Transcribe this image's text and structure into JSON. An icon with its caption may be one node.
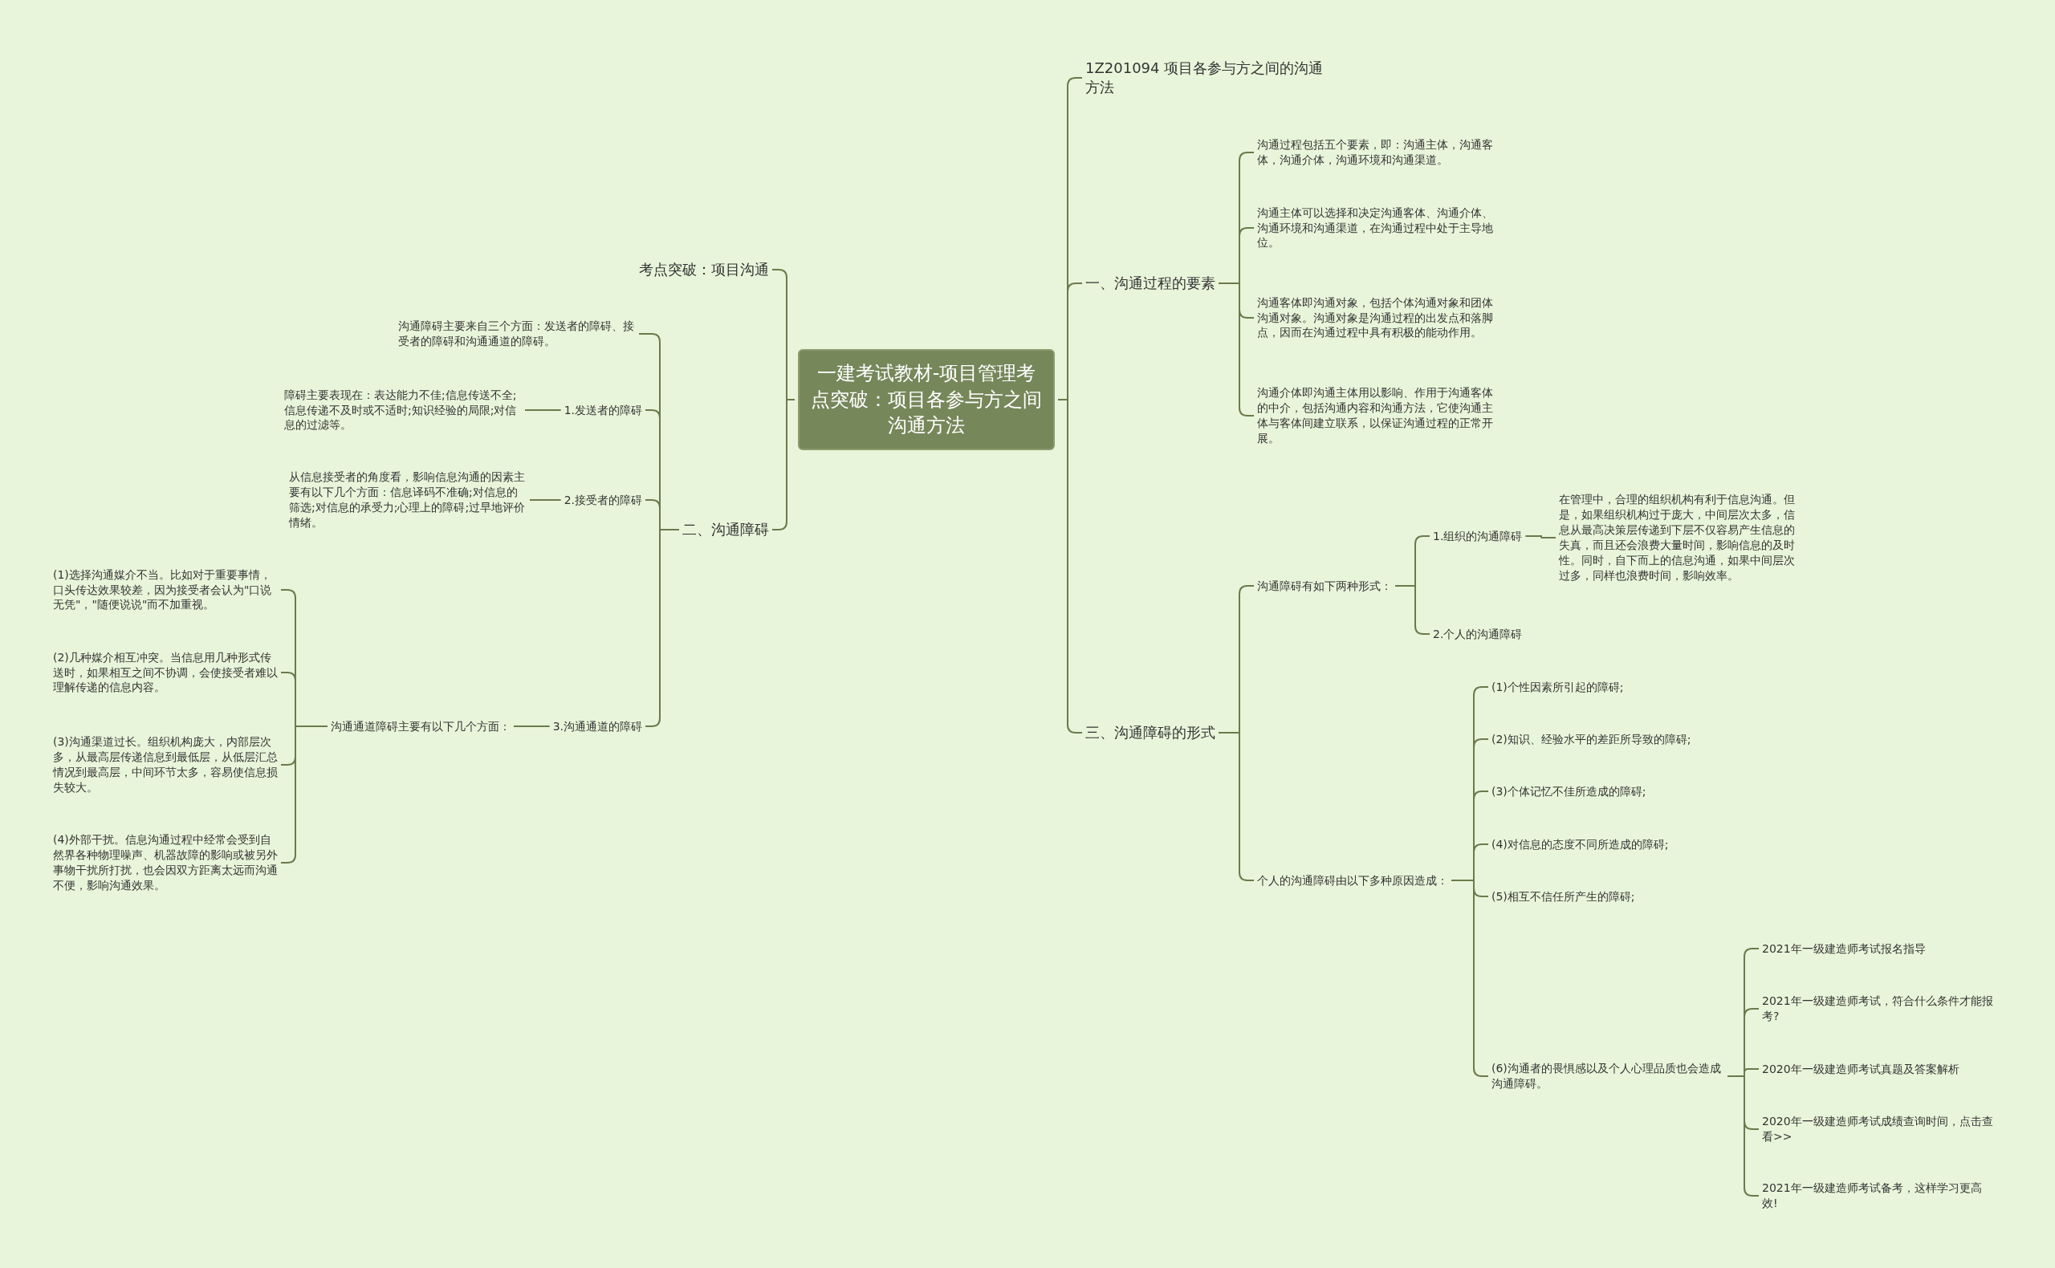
{
  "diagram": {
    "nodes": [
      {
        "text": [
          "一建考试教材-项目管理考点突破：项目各参与方之间沟通方法"
        ]
      },
      {
        "text": [
          "考点突破：项目沟通"
        ]
      },
      {
        "text": [
          "二、沟通障碍"
        ]
      },
      {
        "text": [
          "沟通障碍主要来自三个方面：发送者的障碍、接受者的障碍和沟通通道的障碍。"
        ]
      },
      {
        "text": [
          "1.发送者的障碍"
        ]
      },
      {
        "text": [
          "障碍主要表现在：表达能力不佳;信息传送不全;信息传递不及时或不适时;知识经验的局限;对信息的过滤等。"
        ]
      },
      {
        "text": [
          "2.接受者的障碍"
        ]
      },
      {
        "text": [
          "从信息接受者的角度看，影响信息沟通的因素主要有以下几个方面：信息译码不准确;对信息的筛选;对信息的承受力;心理上的障碍;过早地评价情绪。"
        ]
      },
      {
        "text": [
          "3.沟通通道的障碍"
        ]
      },
      {
        "text": [
          "沟通通道障碍主要有以下几个方面："
        ]
      },
      {
        "text": [
          "(1)选择沟通媒介不当。比如对于重要事情，口头传达效果较差，因为接受者会认为\"口说无凭\"，\"随便说说\"而不加重视。"
        ]
      },
      {
        "text": [
          "(2)几种媒介相互冲突。当信息用几种形式传送时，如果相互之间不协调，会使接受者难以理解传递的信息内容。"
        ]
      },
      {
        "text": [
          "(3)沟通渠道过长。组织机构庞大，内部层次多，从最高层传递信息到最低层，从低层汇总情况到最高层，中间环节太多，容易使信息损失较大。"
        ]
      },
      {
        "text": [
          "(4)外部干扰。信息沟通过程中经常会受到自然界各种物理噪声、机器故障的影响或被另外事物干扰所打扰，也会因双方距离太远而沟通不便，影响沟通效果。"
        ]
      },
      {
        "text": [
          "1Z201094 项目各参与方之间的沟通方法"
        ]
      },
      {
        "text": [
          "一、沟通过程的要素"
        ]
      },
      {
        "text": [
          "沟通过程包括五个要素，即：沟通主体，沟通客体，沟通介体，沟通环境和沟通渠道。"
        ]
      },
      {
        "text": [
          "沟通主体可以选择和决定沟通客体、沟通介体、沟通环境和沟通渠道，在沟通过程中处于主导地位。"
        ]
      },
      {
        "text": [
          "沟通客体即沟通对象，包括个体沟通对象和团体沟通对象。沟通对象是沟通过程的出发点和落脚点，因而在沟通过程中具有积极的能动作用。"
        ]
      },
      {
        "text": [
          "沟通介体即沟通主体用以影响、作用于沟通客体的中介，包括沟通内容和沟通方法，它使沟通主体与客体间建立联系，以保证沟通过程的正常开展。"
        ]
      },
      {
        "text": [
          "三、沟通障碍的形式"
        ]
      },
      {
        "text": [
          "沟通障碍有如下两种形式："
        ]
      },
      {
        "text": [
          "1.组织的沟通障碍"
        ]
      },
      {
        "text": [
          "在管理中，合理的组织机构有利于信息沟通。但是，如果组织机构过于庞大，中间层次太多，信息从最高决策层传递到下层不仅容易产生信息的失真，而且还会浪费大量时间，影响信息的及时性。同时，自下而上的信息沟通，如果中间层次过多，同样也浪费时间，影响效率。"
        ]
      },
      {
        "text": [
          "2.个人的沟通障碍"
        ]
      },
      {
        "text": [
          "个人的沟通障碍由以下多种原因造成："
        ]
      },
      {
        "text": [
          "(1)个性因素所引起的障碍;"
        ]
      },
      {
        "text": [
          "(2)知识、经验水平的差距所导致的障碍;"
        ]
      },
      {
        "text": [
          "(3)个体记忆不佳所造成的障碍;"
        ]
      },
      {
        "text": [
          "(4)对信息的态度不同所造成的障碍;"
        ]
      },
      {
        "text": [
          "(5)相互不信任所产生的障碍;"
        ]
      },
      {
        "text": [
          "(6)沟通者的畏惧感以及个人心理品质也会造成沟通障碍。"
        ]
      },
      {
        "text": [
          "2021年一级建造师考试报名指导"
        ]
      },
      {
        "text": [
          "2021年一级建造师考试，符合什么条件才能报考?"
        ]
      },
      {
        "text": [
          "2020年一级建造师考试真题及答案解析"
        ]
      },
      {
        "text": [
          "2020年一级建造师考试成绩查询时间，点击查看>>"
        ]
      },
      {
        "text": [
          "2021年一级建造师考试备考，这样学习更高效!"
        ]
      }
    ],
    "edges": [
      {
        "from": 0,
        "to": 1,
        "arrow": "none"
      },
      {
        "from": 0,
        "to": 2,
        "arrow": "none"
      },
      {
        "from": 2,
        "to": 3,
        "arrow": "none"
      },
      {
        "from": 2,
        "to": 4,
        "arrow": "none"
      },
      {
        "from": 4,
        "to": 5,
        "arrow": "none"
      },
      {
        "from": 2,
        "to": 6,
        "arrow": "none"
      },
      {
        "from": 6,
        "to": 7,
        "arrow": "none"
      },
      {
        "from": 2,
        "to": 8,
        "arrow": "none"
      },
      {
        "from": 8,
        "to": 9,
        "arrow": "none"
      },
      {
        "from": 9,
        "to": 10,
        "arrow": "none"
      },
      {
        "from": 9,
        "to": 11,
        "arrow": "none"
      },
      {
        "from": 9,
        "to": 12,
        "arrow": "none"
      },
      {
        "from": 9,
        "to": 13,
        "arrow": "none"
      },
      {
        "from": 0,
        "to": 14,
        "arrow": "none"
      },
      {
        "from": 0,
        "to": 15,
        "arrow": "none"
      },
      {
        "from": 15,
        "to": 16,
        "arrow": "none"
      },
      {
        "from": 15,
        "to": 17,
        "arrow": "none"
      },
      {
        "from": 15,
        "to": 18,
        "arrow": "none"
      },
      {
        "from": 15,
        "to": 19,
        "arrow": "none"
      },
      {
        "from": 0,
        "to": 20,
        "arrow": "none"
      },
      {
        "from": 20,
        "to": 21,
        "arrow": "none"
      },
      {
        "from": 21,
        "to": 22,
        "arrow": "none"
      },
      {
        "from": 22,
        "to": 23,
        "arrow": "none"
      },
      {
        "from": 21,
        "to": 24,
        "arrow": "none"
      },
      {
        "from": 20,
        "to": 25,
        "arrow": "none"
      },
      {
        "from": 25,
        "to": 26,
        "arrow": "none"
      },
      {
        "from": 25,
        "to": 27,
        "arrow": "none"
      },
      {
        "from": 25,
        "to": 28,
        "arrow": "none"
      },
      {
        "from": 25,
        "to": 29,
        "arrow": "none"
      },
      {
        "from": 25,
        "to": 30,
        "arrow": "none"
      },
      {
        "from": 25,
        "to": 31,
        "arrow": "none"
      },
      {
        "from": 31,
        "to": 32,
        "arrow": "none"
      },
      {
        "from": 31,
        "to": 33,
        "arrow": "none"
      },
      {
        "from": 31,
        "to": 34,
        "arrow": "none"
      },
      {
        "from": 31,
        "to": 35,
        "arrow": "none"
      },
      {
        "from": 31,
        "to": 36,
        "arrow": "none"
      }
    ]
  }
}
